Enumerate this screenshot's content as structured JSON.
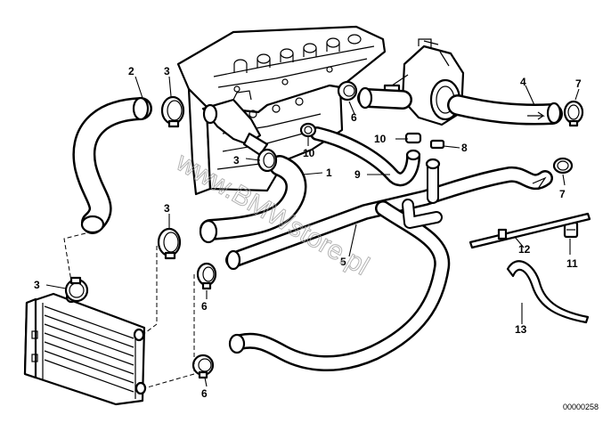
{
  "callouts": {
    "c1": "1",
    "c2": "2",
    "c3a": "3",
    "c3b": "3",
    "c3c": "3",
    "c3d": "3",
    "c4": "4",
    "c5": "5",
    "c6a": "6",
    "c6b": "6",
    "c6c": "6",
    "c7a": "7",
    "c7b": "7",
    "c8": "8",
    "c9": "9",
    "c10a": "10",
    "c10b": "10",
    "c11": "11",
    "c12": "12",
    "c13": "13"
  },
  "watermark": "www.BMWstore.pl",
  "document_id": "00000258"
}
